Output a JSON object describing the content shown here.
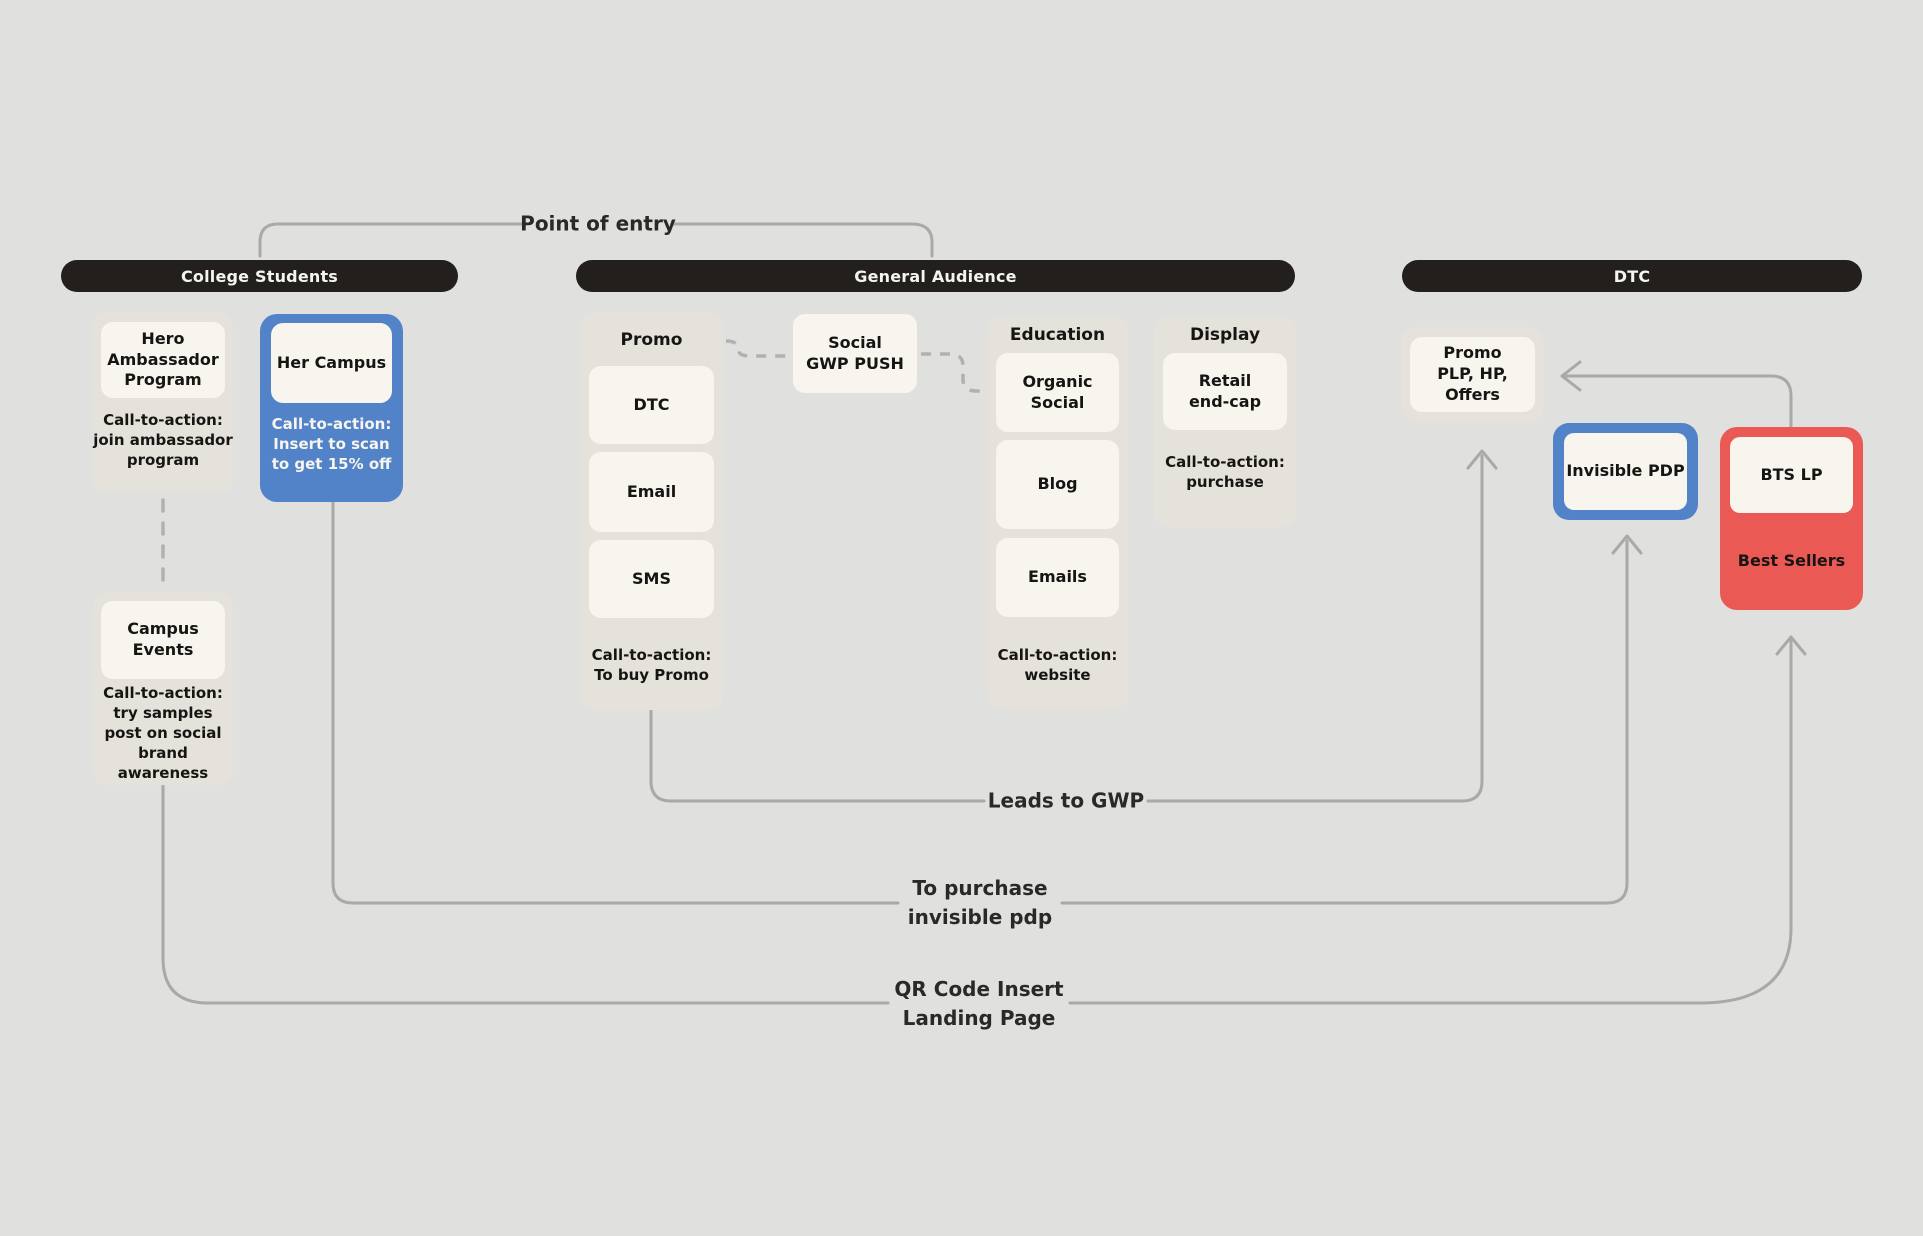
{
  "colors": {
    "background": "#e0e0de",
    "header_pill": "#221f1d",
    "card_cream": "#f7f5ee",
    "group_gray": "#e5e2db",
    "accent_blue": "#5282c8",
    "accent_red": "#ea5954",
    "connector_gray": "#a9a9a7"
  },
  "sections": {
    "college": {
      "header": "College Students",
      "hero": {
        "title": "Hero\nAmbassador\nProgram",
        "cta": "Call-to-action:\njoin ambassador\nprogram"
      },
      "her_campus": {
        "title": "Her Campus",
        "cta": "Call-to-action:\nInsert to scan\nto get 15% off"
      },
      "campus_events": {
        "title": "Campus\nEvents",
        "cta": "Call-to-action:\ntry samples\npost on social\nbrand\nawareness"
      }
    },
    "general": {
      "header": "General Audience",
      "promo": {
        "label": "Promo",
        "items": [
          "DTC",
          "Email",
          "SMS"
        ],
        "cta": "Call-to-action:\nTo buy Promo"
      },
      "social_gwp": {
        "title": "Social\nGWP PUSH"
      },
      "education": {
        "label": "Education",
        "items": [
          "Organic Social",
          "Blog",
          "Emails"
        ],
        "cta": "Call-to-action:\nwebsite"
      },
      "display": {
        "label": "Display",
        "retail": "Retail\nend-cap",
        "cta": "Call-to-action:\npurchase"
      }
    },
    "dtc": {
      "header": "DTC",
      "promo_plp": "Promo\nPLP, HP, Offers",
      "invisible_pdp": "Invisible PDP",
      "bts_lp": "BTS LP",
      "best_sellers": "Best Sellers"
    }
  },
  "flow_labels": {
    "point_of_entry": "Point of entry",
    "leads_to_gwp": "Leads to GWP",
    "to_purchase": "To purchase\ninvisible pdp",
    "qr_code": "QR Code Insert\nLanding Page"
  }
}
